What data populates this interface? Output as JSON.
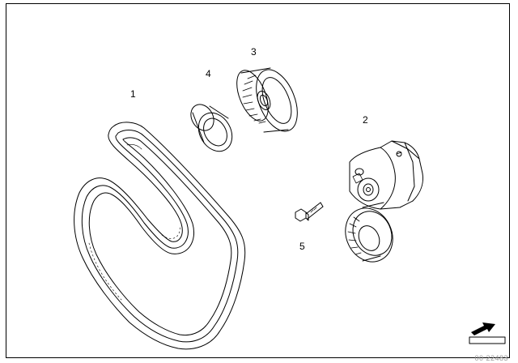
{
  "diagram": {
    "callouts": [
      {
        "id": "belt",
        "label": "1"
      },
      {
        "id": "tensioner",
        "label": "2"
      },
      {
        "id": "idler-pulley",
        "label": "3"
      },
      {
        "id": "pulley-cap",
        "label": "4"
      },
      {
        "id": "bolt",
        "label": "5"
      }
    ],
    "document_number": "00 22483"
  },
  "colors": {
    "line": "#000000",
    "background": "#ffffff",
    "doc_number": "#9a9a9a"
  }
}
